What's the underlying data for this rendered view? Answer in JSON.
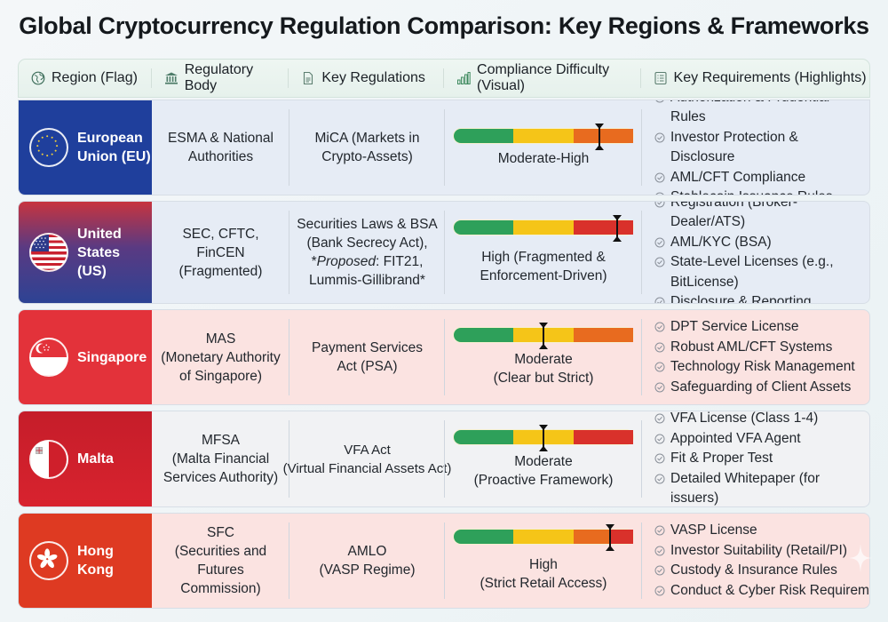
{
  "title": "Global Cryptocurrency Regulation Comparison: Key Regions & Frameworks",
  "header": {
    "columns": [
      {
        "label": "Region (Flag)",
        "icon": "globe-icon"
      },
      {
        "label": "Regulatory Body",
        "icon": "bank-icon"
      },
      {
        "label": "Key Regulations",
        "icon": "document-icon"
      },
      {
        "label": "Compliance Difficulty (Visual)",
        "icon": "bar-chart-icon"
      },
      {
        "label": "Key Requirements (Highlights)",
        "icon": "checklist-icon"
      }
    ]
  },
  "colors": {
    "gauge_green": "#2ea05a",
    "gauge_yellow": "#f5c518",
    "gauge_orange": "#e86b1f",
    "gauge_red": "#d9312b",
    "check_icon": "#8a9099"
  },
  "rows": [
    {
      "region_line1": "European",
      "region_line2": "Union (EU)",
      "flag": "eu-flag",
      "region_bg": "#1f3f9c",
      "row_bg": "#e6ecf5",
      "body": "ESMA & National Authorities",
      "regulation": "MiCA (Markets in Crypto-Assets)",
      "difficulty": {
        "label_line1": "Moderate-High",
        "label_line2": "",
        "marker_pct": 81,
        "last_segment": "orange"
      },
      "requirements": [
        "Authorization & Prudential Rules",
        "Investor Protection & Disclosure",
        "AML/CFT Compliance",
        "Stablecoin Issuance Rules"
      ]
    },
    {
      "region_line1": "United",
      "region_line2": "States (US)",
      "flag": "us-flag",
      "region_bg": "#3a3f8f",
      "row_bg": "#e6ecf5",
      "body": "SEC, CFTC, FinCEN (Fragmented)",
      "regulation_line1": "Securities Laws & BSA",
      "regulation_line2": "(Bank Secrecy Act),",
      "regulation_line3_prefix": "*",
      "regulation_line3_italic": "Proposed",
      "regulation_line3_rest": ": FIT21,",
      "regulation_line4": "Lummis-Gillibrand*",
      "difficulty": {
        "label_line1": "High (Fragmented &",
        "label_line2": "Enforcement-Driven)",
        "marker_pct": 91,
        "last_segment": "red"
      },
      "requirements": [
        "Registration (Broker-Dealer/ATS)",
        "AML/KYC (BSA)",
        "State-Level Licenses (e.g., BitLicense)",
        "Disclosure & Reporting"
      ]
    },
    {
      "region_line1": "Singapore",
      "region_line2": "",
      "flag": "sg-flag",
      "region_bg": "#e3323a",
      "row_bg": "#fbe3e1",
      "body_line1": "MAS",
      "body_line2": "(Monetary Authority",
      "body_line3": "of Singapore)",
      "regulation": "Payment Services Act (PSA)",
      "difficulty": {
        "label_line1": "Moderate",
        "label_line2": "(Clear but Strict)",
        "marker_pct": 50,
        "last_segment": "orange"
      },
      "requirements": [
        "DPT Service License",
        "Robust AML/CFT Systems",
        "Technology Risk Management",
        "Safeguarding of Client Assets"
      ]
    },
    {
      "region_line1": "Malta",
      "region_line2": "",
      "flag": "mt-flag",
      "region_bg": "#cf1f2b",
      "row_bg": "#f1f2f4",
      "body_line1": "MFSA",
      "body_line2": "(Malta Financial",
      "body_line3": "Services Authority)",
      "regulation_line1": "VFA Act",
      "regulation_line2": "(Virtual Financial Assets Act)",
      "difficulty": {
        "label_line1": "Moderate",
        "label_line2": "(Proactive Framework)",
        "marker_pct": 50,
        "last_segment": "red"
      },
      "requirements": [
        "VFA License (Class 1-4)",
        "Appointed VFA Agent",
        "Fit & Proper Test",
        "Detailed Whitepaper (for issuers)"
      ]
    },
    {
      "region_line1": "Hong Kong",
      "region_line2": "",
      "flag": "hk-flag",
      "region_bg": "#de3a22",
      "row_bg": "#fbe3e1",
      "body_line1": "SFC",
      "body_line2": "(Securities and",
      "body_line3": "Futures Commission)",
      "regulation_line1": "AMLO",
      "regulation_line2": "(VASP Regime)",
      "difficulty": {
        "label_line1": "High",
        "label_line2": "(Strict Retail Access)",
        "marker_pct": 87,
        "last_segment": "orange-red"
      },
      "requirements": [
        "VASP License",
        "Investor Suitability (Retail/PI)",
        "Custody & Insurance Rules",
        "Conduct & Cyber Risk Requirements"
      ]
    }
  ]
}
